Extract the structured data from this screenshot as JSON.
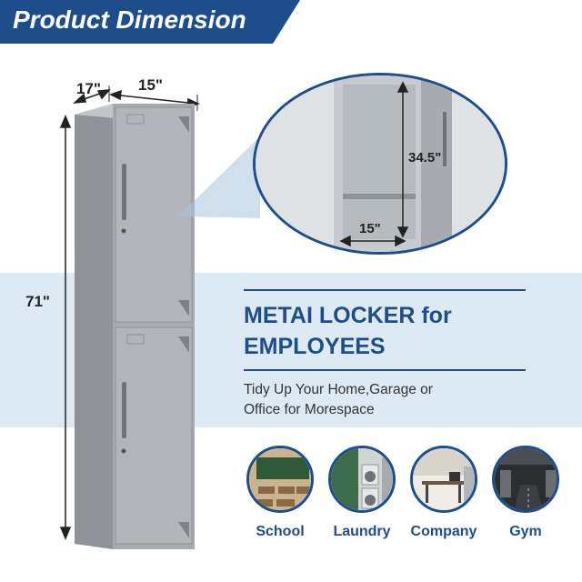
{
  "banner": {
    "title": "Product Dimension"
  },
  "dimensions": {
    "depth": "17\"",
    "width": "15\"",
    "height": "71\"",
    "inner_height": "34.5\"",
    "inner_width": "15\""
  },
  "headline": {
    "line1": "METAI LOCKER for",
    "line2": "EMPLOYEES"
  },
  "subtext": {
    "line1": "Tidy Up Your Home,Garage or",
    "line2": "Office for Morespace"
  },
  "places": [
    {
      "label": "School"
    },
    {
      "label": "Laundry"
    },
    {
      "label": "Company"
    },
    {
      "label": "Gym"
    }
  ],
  "colors": {
    "brand": "#1d4d8a",
    "band": "#dde9f3",
    "locker": "#a7abaf"
  }
}
